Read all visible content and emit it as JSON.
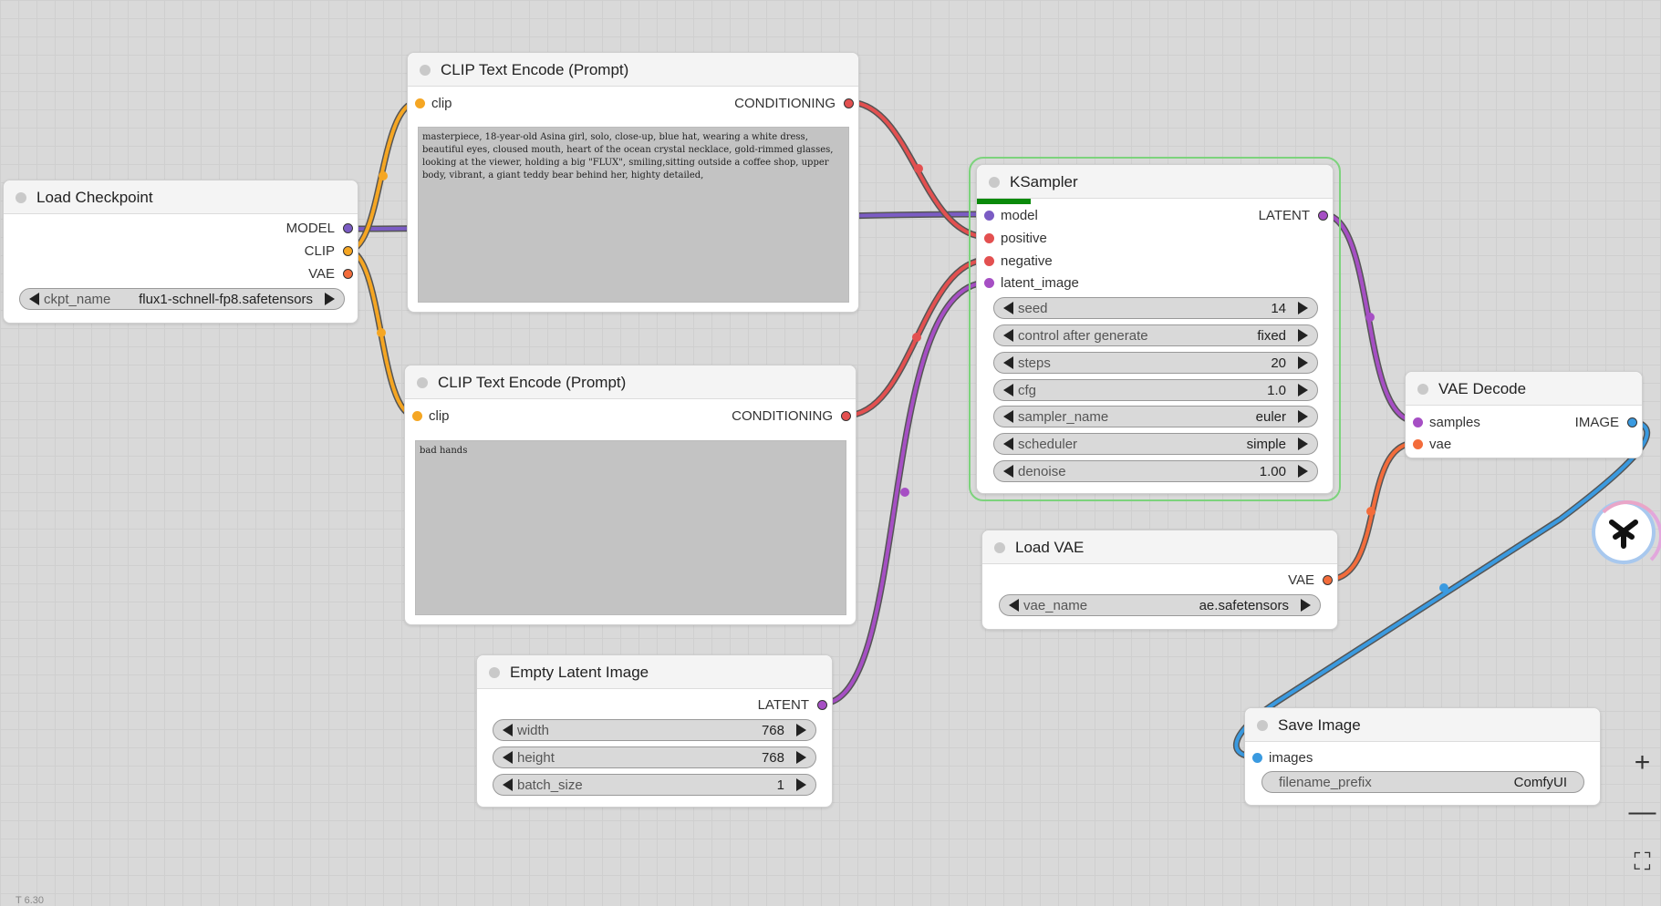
{
  "canvas": {
    "version_text": "T 6.30"
  },
  "nodes": {
    "load_checkpoint": {
      "title": "Load Checkpoint",
      "outputs": [
        "MODEL",
        "CLIP",
        "VAE"
      ],
      "widget": {
        "name": "ckpt_name",
        "value": "flux1-schnell-fp8.safetensors"
      }
    },
    "clip_pos": {
      "title": "CLIP Text Encode (Prompt)",
      "input": "clip",
      "output": "CONDITIONING",
      "text": "masterpiece, 18-year-old Asina girl, solo, close-up, blue hat, wearing a white dress, beautiful eyes, cloused mouth, heart of the ocean crystal necklace, gold-rimmed glasses, looking at the viewer, holding a big \"FLUX\", smiling,sitting outside a coffee shop, upper body, vibrant, a giant teddy bear behind her, highty detailed,"
    },
    "clip_neg": {
      "title": "CLIP Text Encode (Prompt)",
      "input": "clip",
      "output": "CONDITIONING",
      "text": "bad hands"
    },
    "ksampler": {
      "title": "KSampler",
      "inputs": [
        "model",
        "positive",
        "negative",
        "latent_image"
      ],
      "output": "LATENT",
      "progress": 0.15,
      "widgets": [
        {
          "name": "seed",
          "value": "14"
        },
        {
          "name": "control after generate",
          "value": "fixed"
        },
        {
          "name": "steps",
          "value": "20"
        },
        {
          "name": "cfg",
          "value": "1.0"
        },
        {
          "name": "sampler_name",
          "value": "euler"
        },
        {
          "name": "scheduler",
          "value": "simple"
        },
        {
          "name": "denoise",
          "value": "1.00"
        }
      ]
    },
    "vae_decode": {
      "title": "VAE Decode",
      "inputs": [
        "samples",
        "vae"
      ],
      "output": "IMAGE"
    },
    "load_vae": {
      "title": "Load VAE",
      "output": "VAE",
      "widget": {
        "name": "vae_name",
        "value": "ae.safetensors"
      }
    },
    "empty_latent": {
      "title": "Empty Latent Image",
      "output": "LATENT",
      "widgets": [
        {
          "name": "width",
          "value": "768"
        },
        {
          "name": "height",
          "value": "768"
        },
        {
          "name": "batch_size",
          "value": "1"
        }
      ]
    },
    "save_image": {
      "title": "Save Image",
      "input": "images",
      "widget": {
        "name": "filename_prefix",
        "value": "ComfyUI"
      }
    }
  },
  "colors": {
    "model": "#7b5cc4",
    "clip": "#f5a623",
    "vae": "#f36c3b",
    "conditioning": "#e35050",
    "latent": "#a64fc4",
    "image": "#3a9ae0",
    "selected_outline": "#7dd37d",
    "progress": "#0a8a0a"
  },
  "controls": {
    "zoom_in": "+",
    "zoom_out": "—",
    "fit": "⛶"
  }
}
